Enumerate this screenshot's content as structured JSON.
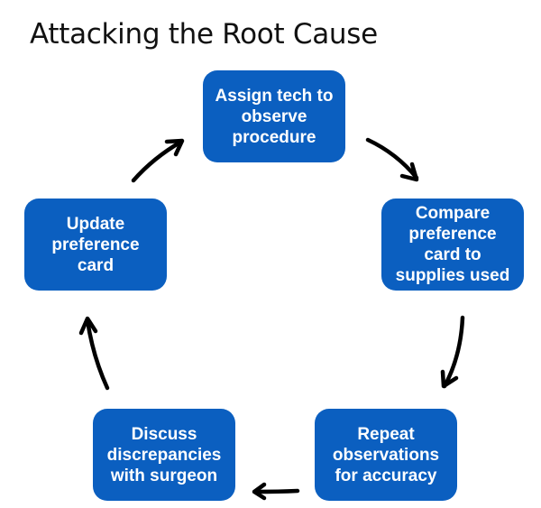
{
  "title": "Attacking the Root Cause",
  "accent_color": "#0b5fc0",
  "cycle": {
    "steps": [
      {
        "label": "Assign tech to\nobserve\nprocedure"
      },
      {
        "label": "Compare\npreference\ncard to\nsupplies used"
      },
      {
        "label": "Repeat\nobservations\nfor accuracy"
      },
      {
        "label": "Discuss\ndiscrepancies\nwith surgeon"
      },
      {
        "label": "Update\npreference\ncard"
      }
    ],
    "arrows": [
      {
        "from": "Assign tech to observe procedure",
        "to": "Compare preference card to supplies used",
        "icon": "curved-arrow-down-right-icon"
      },
      {
        "from": "Compare preference card to supplies used",
        "to": "Repeat observations for accuracy",
        "icon": "curved-arrow-down-icon"
      },
      {
        "from": "Repeat observations for accuracy",
        "to": "Discuss discrepancies with surgeon",
        "icon": "arrow-left-icon"
      },
      {
        "from": "Discuss discrepancies with surgeon",
        "to": "Update preference card",
        "icon": "curved-arrow-up-icon"
      },
      {
        "from": "Update preference card",
        "to": "Assign tech to observe procedure",
        "icon": "curved-arrow-up-right-icon"
      }
    ]
  }
}
